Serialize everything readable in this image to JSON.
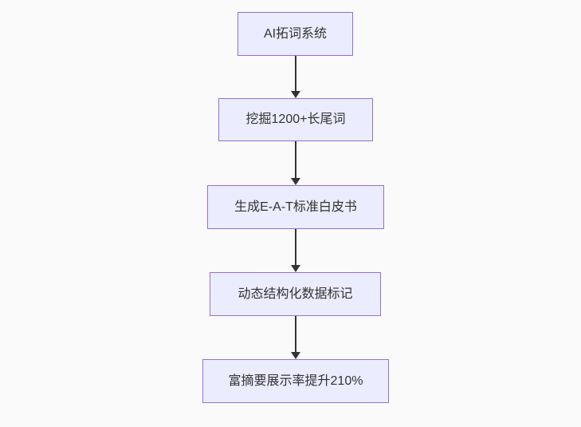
{
  "colors": {
    "background": "#fafafa",
    "node_fill": "#ececff",
    "node_border": "#9370db",
    "node_text": "#333333",
    "arrow": "#333333"
  },
  "flowchart": {
    "type": "flowchart",
    "direction": "top-down",
    "nodes": [
      {
        "id": "step-1",
        "label": "AI拓词系统"
      },
      {
        "id": "step-2",
        "label": "挖掘1200+长尾词"
      },
      {
        "id": "step-3",
        "label": "生成E-A-T标准白皮书"
      },
      {
        "id": "step-4",
        "label": "动态结构化数据标记"
      },
      {
        "id": "step-5",
        "label": "富摘要展示率提升210%"
      }
    ],
    "edges": [
      {
        "from": "step-1",
        "to": "step-2",
        "label": ""
      },
      {
        "from": "step-2",
        "to": "step-3",
        "label": ""
      },
      {
        "from": "step-3",
        "to": "step-4",
        "label": ""
      },
      {
        "from": "step-4",
        "to": "step-5",
        "label": ""
      }
    ]
  }
}
